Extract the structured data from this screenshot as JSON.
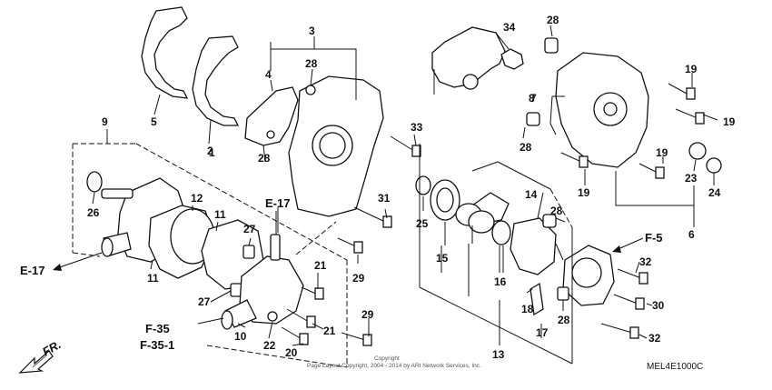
{
  "diagram": {
    "part_labels": [
      "1",
      "2",
      "3",
      "4",
      "5",
      "6",
      "7",
      "8",
      "9",
      "10",
      "11",
      "11",
      "12",
      "13",
      "14",
      "15",
      "16",
      "17",
      "18",
      "19",
      "19",
      "19",
      "19",
      "20",
      "21",
      "21",
      "22",
      "23",
      "24",
      "25",
      "26",
      "27",
      "27",
      "28",
      "28",
      "28",
      "28",
      "28",
      "28",
      "29",
      "29",
      "30",
      "31",
      "32",
      "32",
      "33",
      "34"
    ],
    "refs": {
      "e17_top": "E-17",
      "e17_left": "E-17",
      "f5": "F-5",
      "f35": "F-35",
      "f351": "F-35-1",
      "fr": "FR."
    },
    "copyright": [
      "Copyright",
      "Page Layout Copyright, 2004 - 2014 by ARI Network Services, Inc."
    ],
    "diagram_code": "MEL4E1000C"
  }
}
